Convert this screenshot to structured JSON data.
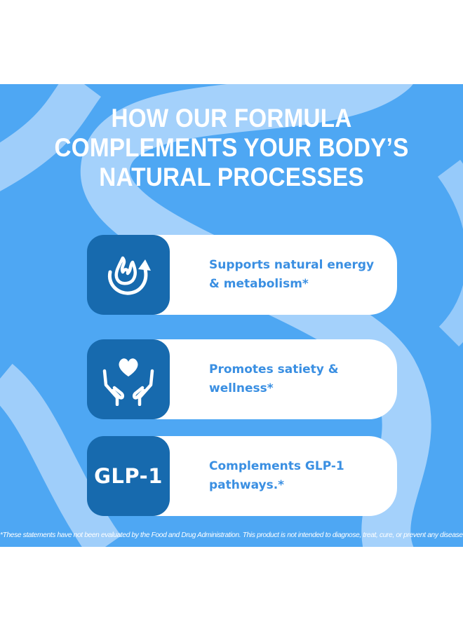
{
  "headline": {
    "line1": "HOW OUR FORMULA",
    "line2": "COMPLEMENTS YOUR BODY’S",
    "line3": "NATURAL PROCESSES"
  },
  "cards": [
    {
      "icon": "flame-arrow-icon",
      "line1": "Supports natural energy",
      "line2": "& metabolism*"
    },
    {
      "icon": "heart-hands-icon",
      "line1": "Promotes satiety &",
      "line2": "wellness*"
    },
    {
      "icon_label": "GLP-1",
      "line1": "Complements GLP-1",
      "line2": "pathways.*"
    }
  ],
  "disclaimer": "*These statements have not been evaluated by the Food and Drug Administration. This product is not intended to diagnose, treat, cure, or prevent any disease.",
  "colors": {
    "background": "#4ea7f3",
    "swirl": "#a9d3fb",
    "icon_box": "#176aae",
    "card_text": "#3a8fe2",
    "card": "#ffffff"
  }
}
